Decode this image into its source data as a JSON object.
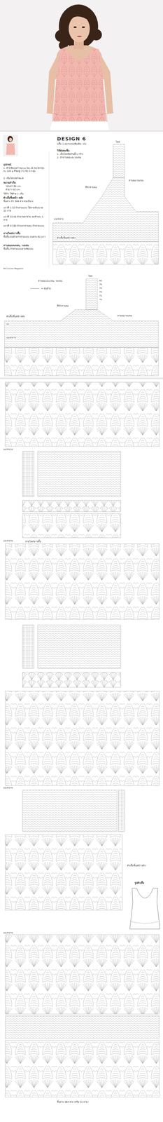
{
  "diagram": {
    "title": "DESIGN 6",
    "labels": [
      "อุปกรณ์",
      "1. ด้ายซัมเมอร์ Venus No.16 ขนาดกลุ่มละ 100 g สีชมพู (7178) 3 กลุ่ม",
      "2. เข็มโครเชต์ No.8",
      "ขนาดสำเร็จ",
      "รอบอก 84 cm.",
      "ตัวยาว 50 cm.",
      "วิธีถัก ใช้ด้าย 1 เส้น",
      "ตัวเสื้อชิ้นหน้า-หลัง",
      "ชิ้นล่าง ถัก 384 ห่วง ต่อเป็นวง",
      "แถวที่ 1-32 ถักตามแบบ ได้ลายสับปะรด 32 ลาย",
      "แถวที่ 33-56 ถักลายตาข่าย ลดข้างละ 1 ลาย",
      "แถวที่ 57-80 ถักแยกสาบคอ ถักตามแบบ",
      "สายไหล่ขวาเสื้อ",
      "ชิ้นลิ้น ต่อด้ายถักตามแบบ จนครบ 82 แถว",
      "สาบคอและแขน, วงแขน",
      "ชิ้นลิ้น ถักตามแบบลายพัดรอบ",
      "86 Crochet Magazine",
      "(เสื้อ 1 ออกแบบเพิ่มเติม: 15)",
      "วิธีต่อตะเข็บ",
      "1. เย็บไหล่ติดกันทั้ง 2 ข้าง",
      "2. ถักสาบคอและวงแขน",
      "ไหล่",
      "สาบคอ/วงแขน",
      "ที่ถักสาบคอ",
      "แนวกลาง",
      "ตัวเสื้อชิ้นหน้า-หลัง",
      "ไหล่",
      "80",
      "78",
      "76",
      "74",
      "72",
      "70",
      "สาบคอ/วงแขน",
      "ที่ถักสาบคอ",
      "ตัวเสื้อชิ้นหน้า-หลัง",
      "แนวกลาง",
      "= ต่อด้าย",
      "สาบคอและแขน, วงแขน",
      "57",
      "แนวกลาง",
      "แนวกลาง",
      "ตัวเสื้อชิ้นหน้า-หลัง",
      "แนวกลาง",
      "รูปตัวเสื้อ",
      "ชิ้นล่าง 384 ห่วง (หรือ 32 ลาย)",
      "แนวกลาง",
      "สายไหล่ขวาเสื้อ"
    ]
  }
}
